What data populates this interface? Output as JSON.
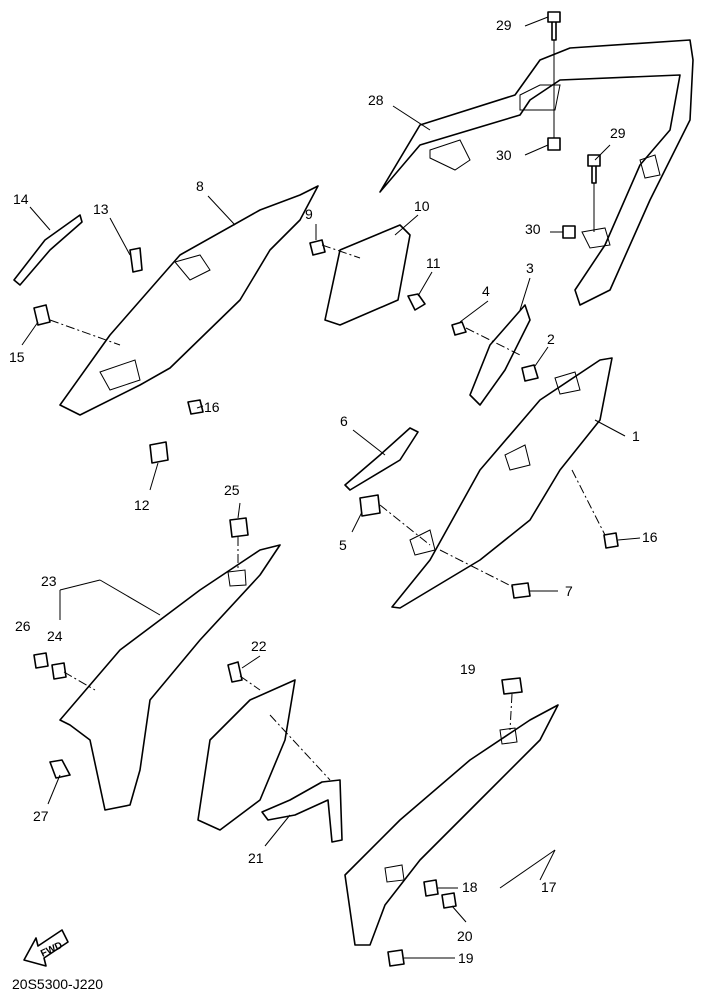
{
  "diagram_code": "20S5300-J220",
  "fwd_label": "FWD",
  "callouts": [
    "29",
    "28",
    "30",
    "29",
    "30",
    "14",
    "13",
    "8",
    "9",
    "10",
    "11",
    "3",
    "4",
    "2",
    "15",
    "16",
    "12",
    "6",
    "1",
    "5",
    "16",
    "7",
    "25",
    "23",
    "26",
    "24",
    "22",
    "19",
    "27",
    "21",
    "18",
    "17",
    "20",
    "19"
  ]
}
